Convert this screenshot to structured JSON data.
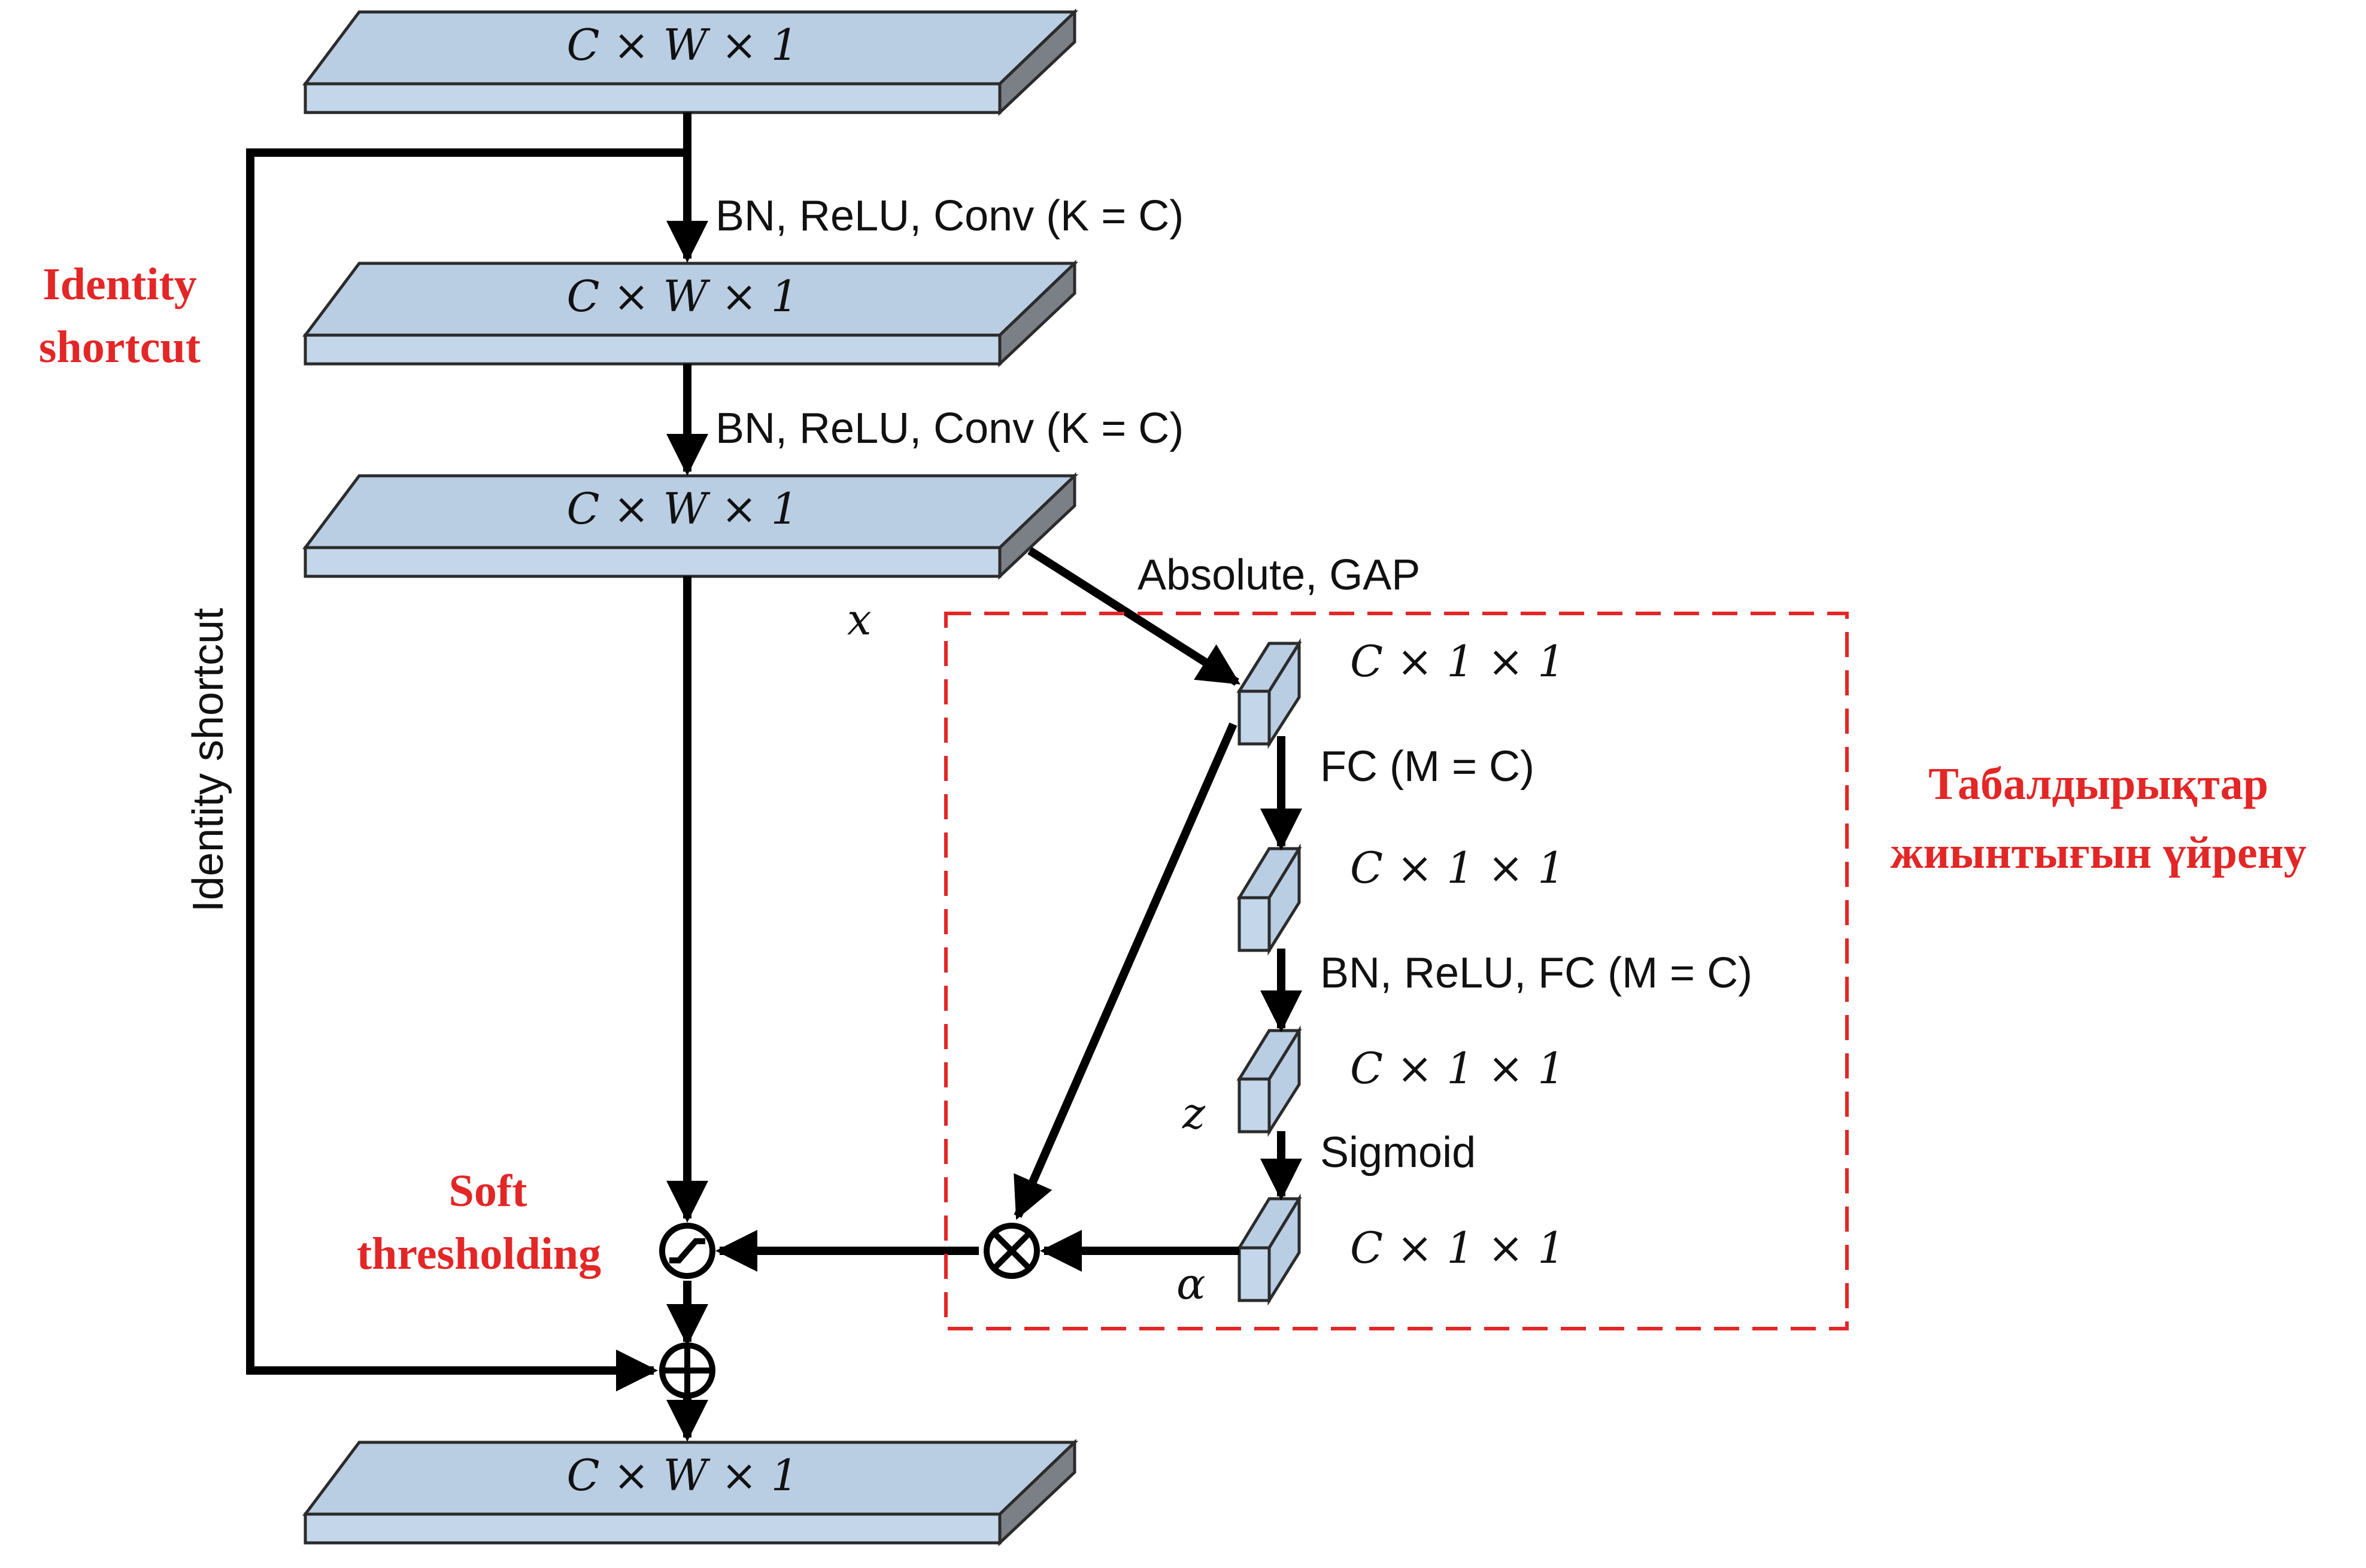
{
  "colors": {
    "block_top": "#b9cde3",
    "block_front": "#c4d6ea",
    "block_side": "#7b7f86",
    "block_stroke": "#2b2b2b",
    "line": "#000000",
    "accent_red": "#e32626"
  },
  "tensors": {
    "input": "C × W × 1",
    "after_conv1": "C × W × 1",
    "after_conv2": "C × W × 1",
    "output": "C × W × 1",
    "gap": "C × 1 × 1",
    "fc1": "C × 1 × 1",
    "fc2": "C × 1 × 1",
    "sigmoid": "C × 1 × 1"
  },
  "operations": {
    "conv1": "BN, ReLU, Conv (K = C)",
    "conv2": "BN, ReLU, Conv (K = C)",
    "abs_gap": "Absolute, GAP",
    "fc1": "FC (M = C)",
    "fc2": "BN, ReLU, FC (M = C)",
    "sigmoid": "Sigmoid"
  },
  "variables": {
    "x": "x",
    "z": "z",
    "alpha": "α"
  },
  "shortcut_vertical_label": "Identity shortcut",
  "annotations": {
    "identity_line1": "Identity",
    "identity_line2": "shortcut",
    "soft_line1": "Soft",
    "soft_line2": "thresholding",
    "threshold_line1": "Табалдырықтар",
    "threshold_line2": "жиынтығын үйрену"
  },
  "icons": {
    "soft_threshold": "soft-threshold-icon",
    "multiply": "multiply-icon",
    "add": "add-icon"
  }
}
